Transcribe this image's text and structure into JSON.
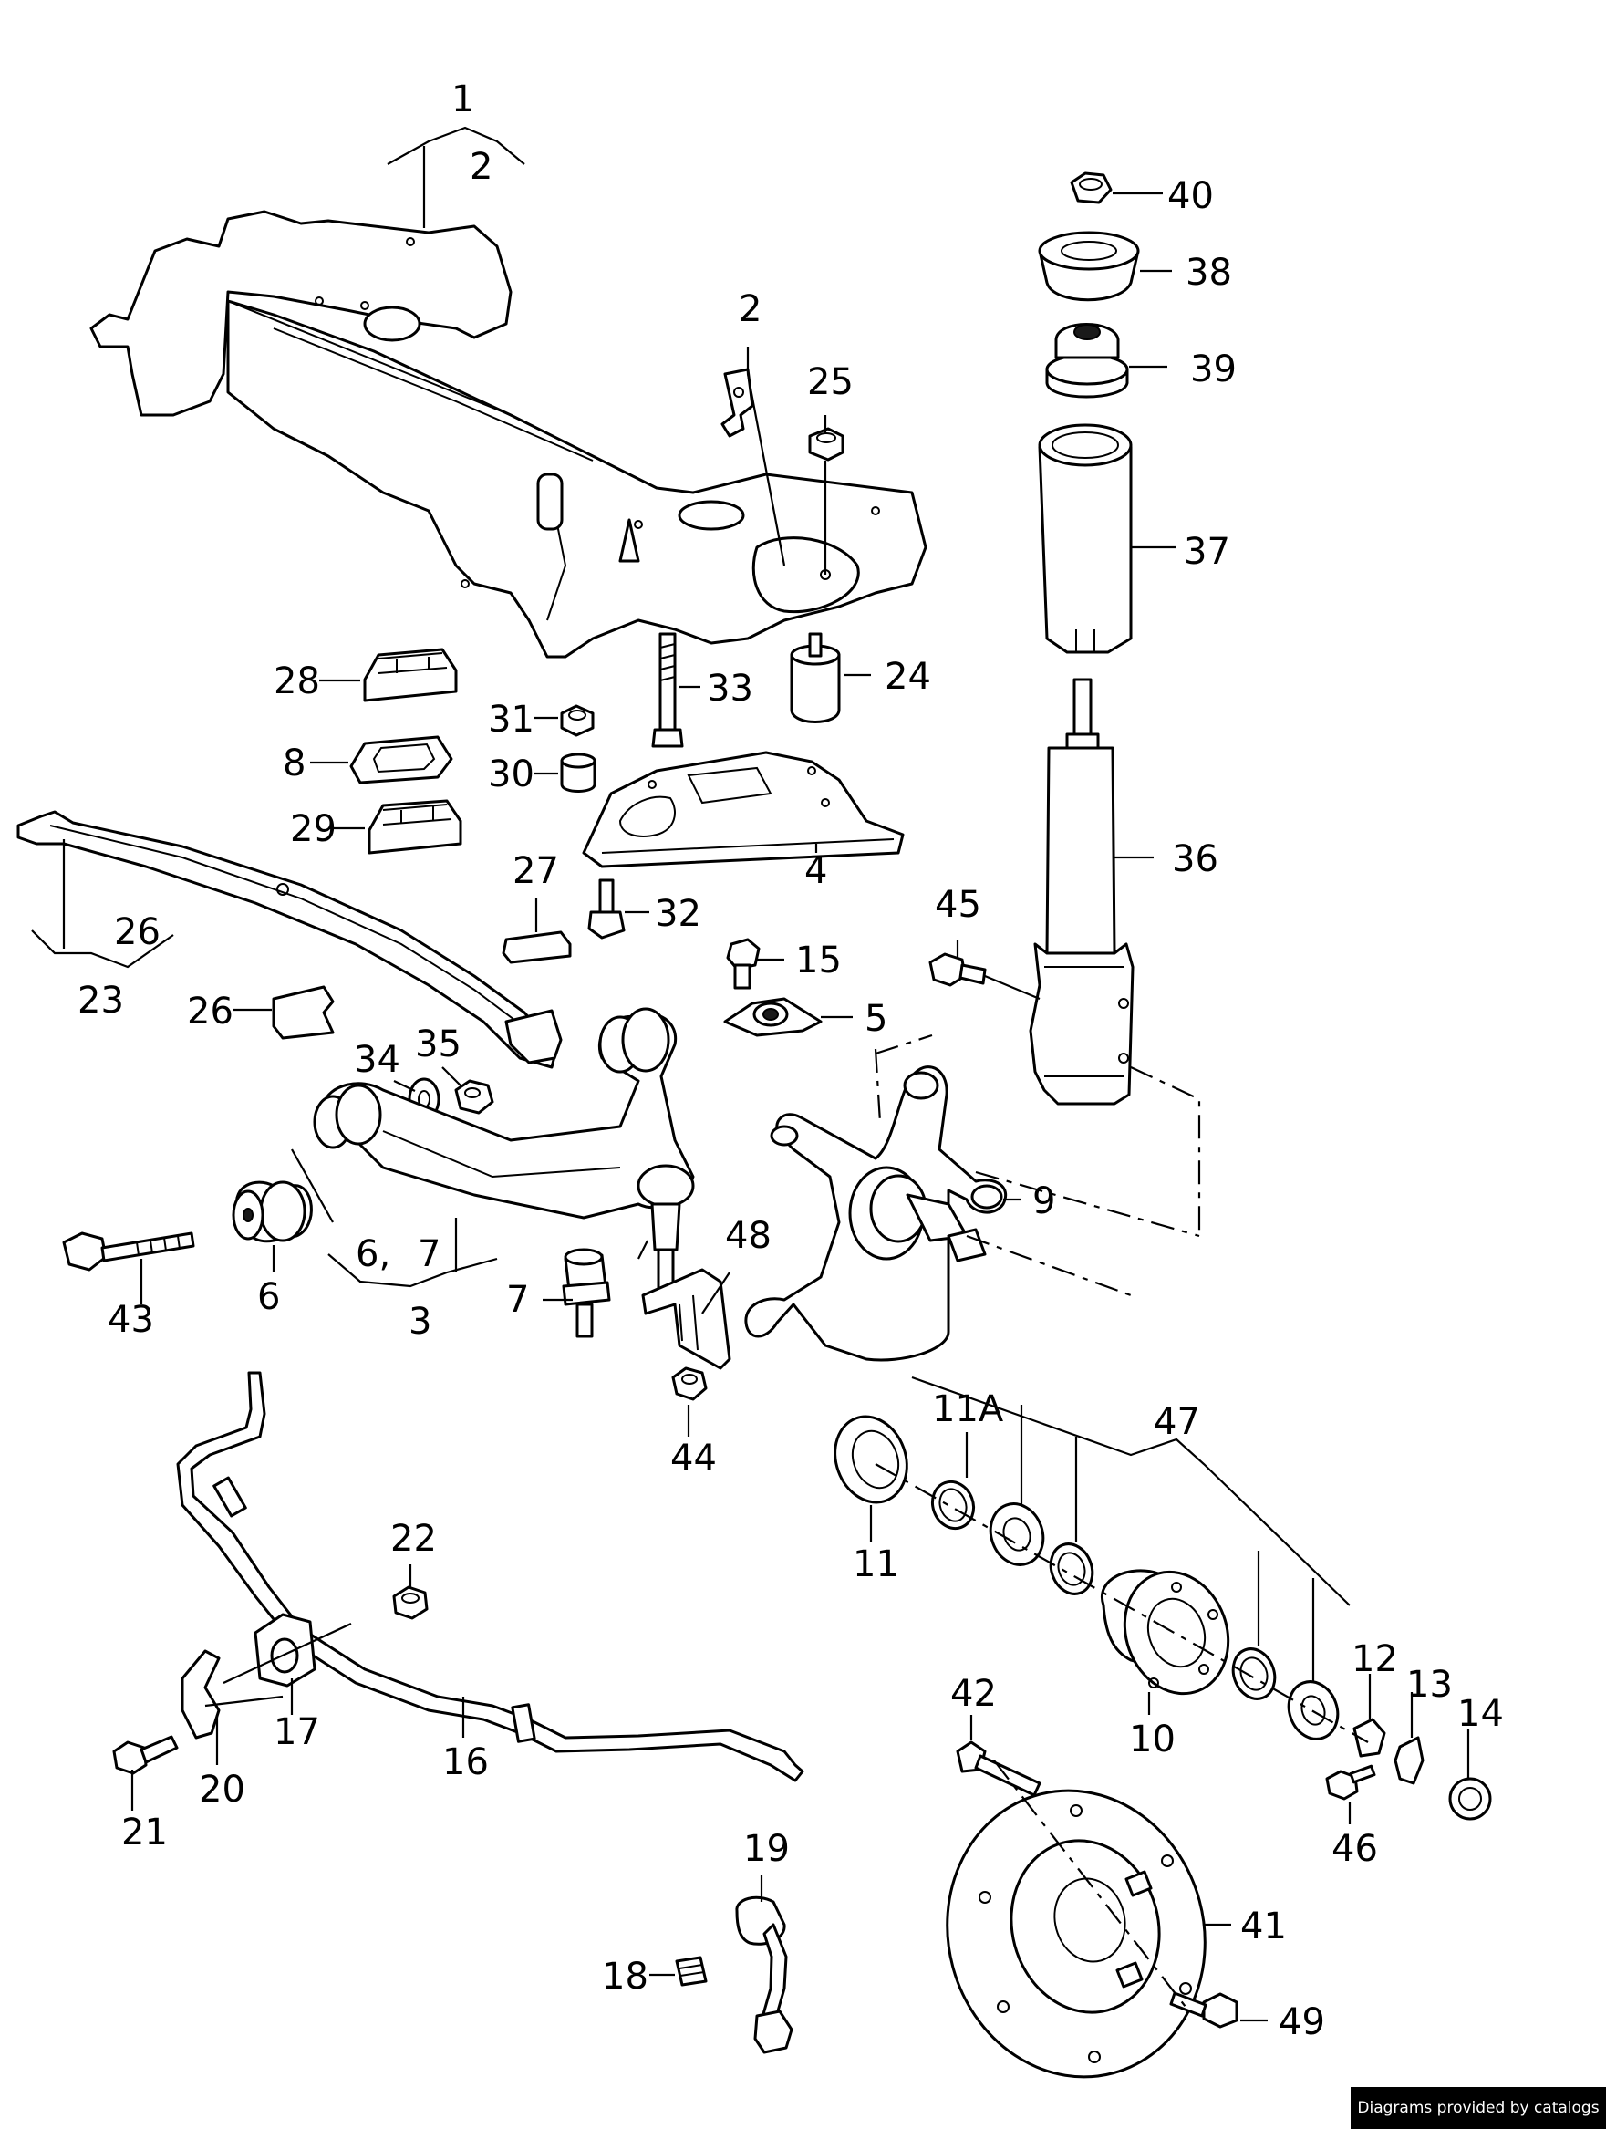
{
  "callouts": {
    "c1": "1",
    "c2a": "2",
    "c2b": "2",
    "c3": "3",
    "c4": "4",
    "c5": "5",
    "c6a": "6",
    "c6b": "6,",
    "c7a": "7",
    "c7b": "7",
    "c8": "8",
    "c9": "9",
    "c10": "10",
    "c11": "11",
    "c11a": "11A",
    "c12": "12",
    "c13": "13",
    "c14": "14",
    "c15": "15",
    "c16": "16",
    "c17": "17",
    "c18": "18",
    "c19": "19",
    "c20": "20",
    "c21": "21",
    "c22": "22",
    "c23": "23",
    "c24": "24",
    "c25": "25",
    "c26a": "26",
    "c26b": "26",
    "c27": "27",
    "c28": "28",
    "c29": "29",
    "c30": "30",
    "c31": "31",
    "c32": "32",
    "c33": "33",
    "c34": "34",
    "c35": "35",
    "c36": "36",
    "c37": "37",
    "c38": "38",
    "c39": "39",
    "c40": "40",
    "c41": "41",
    "c42": "42",
    "c43": "43",
    "c44": "44",
    "c45": "45",
    "c46": "46",
    "c47": "47",
    "c48": "48",
    "c49": "49"
  },
  "credit": "Diagrams provided by catalogs parts"
}
